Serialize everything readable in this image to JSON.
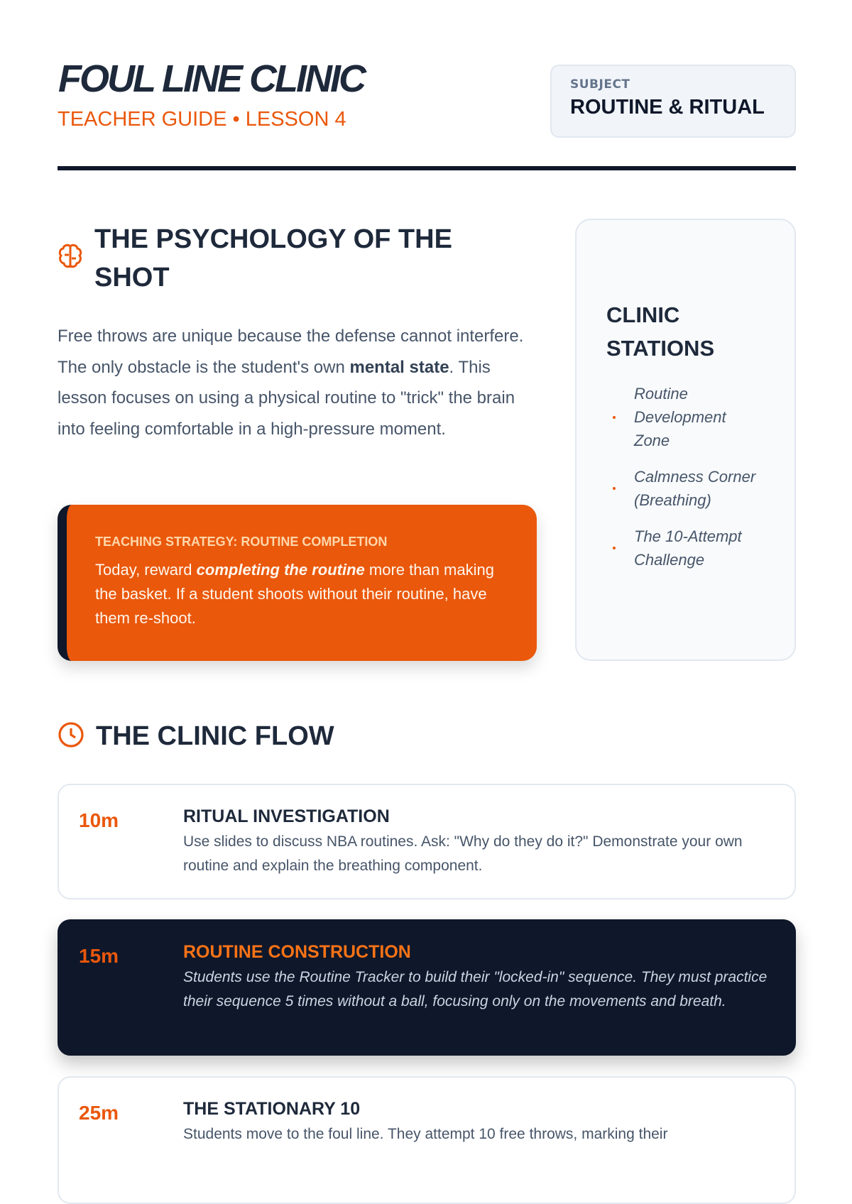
{
  "header": {
    "title": "FOUL LINE CLINIC",
    "subtitle": "TEACHER GUIDE • LESSON 4",
    "subject_label": "SUBJECT",
    "subject_value": "ROUTINE & RITUAL"
  },
  "psychology": {
    "icon": "brain-icon",
    "heading": "THE PSYCHOLOGY OF THE SHOT",
    "para_1": "Free throws are unique because the defense cannot interfere. The only obstacle is the student's own ",
    "para_bold": "mental state",
    "para_2": ". This lesson focuses on using a physical routine to \"trick\" the brain into feeling comfortable in a high-pressure moment."
  },
  "strategy": {
    "label": "TEACHING STRATEGY: ROUTINE COMPLETION",
    "text_1": "Today, reward ",
    "text_em": "completing the routine",
    "text_2": " more than making the basket. If a student shoots without their routine, have them re-shoot."
  },
  "stations": {
    "heading": "CLINIC STATIONS",
    "items": [
      "Routine Development Zone",
      "Calmness Corner (Breathing)",
      "The 10-Attempt Challenge"
    ]
  },
  "flow": {
    "icon": "clock-icon",
    "heading": "THE CLINIC FLOW",
    "items": [
      {
        "time": "10m",
        "name": "RITUAL INVESTIGATION",
        "desc": "Use slides to discuss NBA routines. Ask: \"Why do they do it?\" Demonstrate your own routine and explain the breathing component."
      },
      {
        "time": "15m",
        "name": "ROUTINE CONSTRUCTION",
        "desc": "Students use the Routine Tracker to build their \"locked-in\" sequence. They must practice their sequence 5 times without a ball, focusing only on the movements and breath."
      },
      {
        "time": "25m",
        "name": "THE STATIONARY 10",
        "desc": "Students move to the foul line. They attempt 10 free throws, marking their"
      }
    ]
  },
  "colors": {
    "accent": "#ea580c",
    "dark": "#0f172a"
  }
}
